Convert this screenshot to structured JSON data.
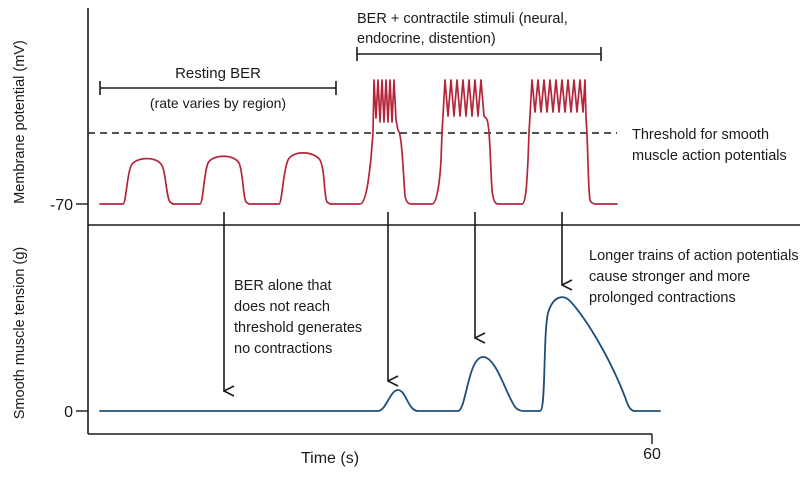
{
  "axes": {
    "y_top_label": "Membrane potential (mV)",
    "y_bottom_label": "Smooth muscle tension (g)",
    "x_label": "Time (s)",
    "tick_neg70": "-70",
    "tick_zero": "0",
    "tick_sixty": "60"
  },
  "labels": {
    "resting_title": "Resting BER",
    "resting_sub": "(rate varies by region)",
    "stimuli_line1": "BER + contractile stimuli (neural,",
    "stimuli_line2": "endocrine, distention)",
    "threshold_line1": "Threshold for smooth",
    "threshold_line2": "muscle action potentials",
    "ber_line1": "BER alone that",
    "ber_line2": "does not reach",
    "ber_line3": "threshold generates",
    "ber_line4": "no contractions",
    "longer_line1": "Longer trains of action potentials",
    "longer_line2": "cause stronger and more",
    "longer_line3": "prolonged contractions"
  },
  "colors": {
    "membrane_trace": "#b5253a",
    "tension_trace": "#1f4e79",
    "axis": "#1a1a1a"
  }
}
